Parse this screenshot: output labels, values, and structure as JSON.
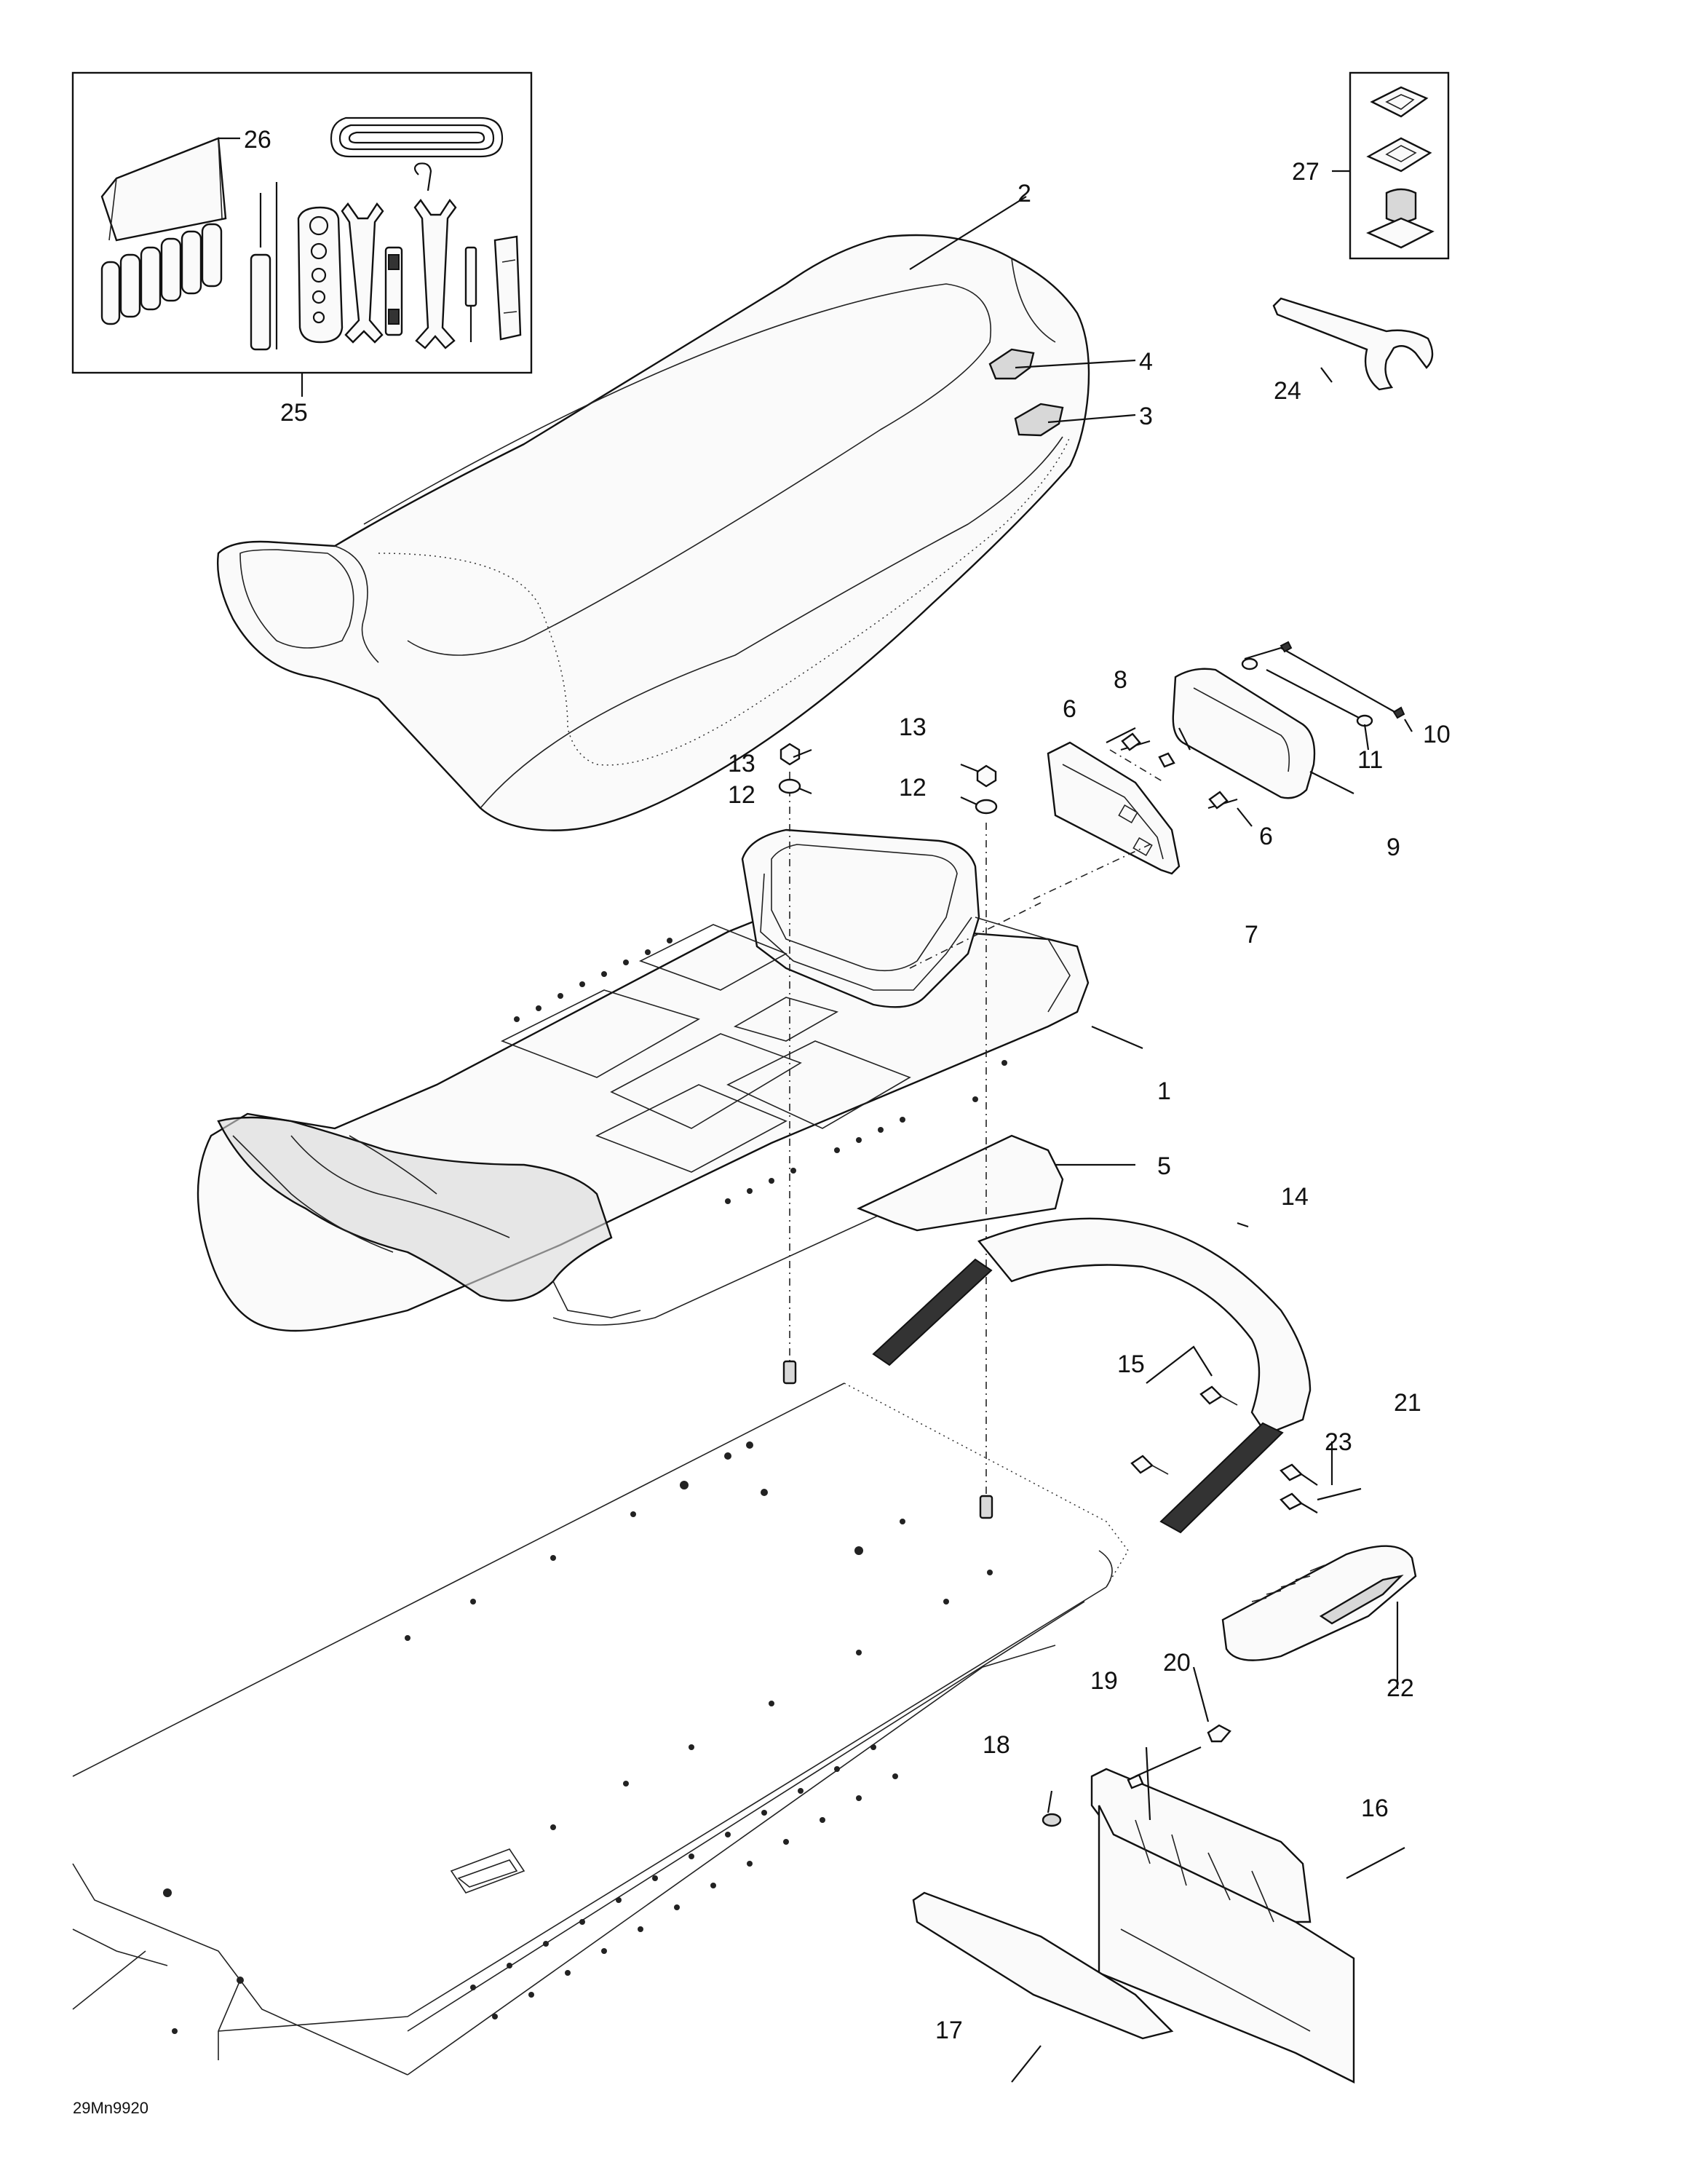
{
  "drawing_code": "29Mn9920",
  "callouts": [
    {
      "id": "1",
      "text": "1"
    },
    {
      "id": "2",
      "text": "2"
    },
    {
      "id": "3",
      "text": "3"
    },
    {
      "id": "4",
      "text": "4"
    },
    {
      "id": "5",
      "text": "5"
    },
    {
      "id": "6a",
      "text": "6"
    },
    {
      "id": "6b",
      "text": "6"
    },
    {
      "id": "7",
      "text": "7"
    },
    {
      "id": "8",
      "text": "8"
    },
    {
      "id": "9",
      "text": "9"
    },
    {
      "id": "10",
      "text": "10"
    },
    {
      "id": "11",
      "text": "11"
    },
    {
      "id": "12a",
      "text": "12"
    },
    {
      "id": "12b",
      "text": "12"
    },
    {
      "id": "13a",
      "text": "13"
    },
    {
      "id": "13b",
      "text": "13"
    },
    {
      "id": "14",
      "text": "14"
    },
    {
      "id": "15",
      "text": "15"
    },
    {
      "id": "16",
      "text": "16"
    },
    {
      "id": "17",
      "text": "17"
    },
    {
      "id": "18",
      "text": "18"
    },
    {
      "id": "19",
      "text": "19"
    },
    {
      "id": "20",
      "text": "20"
    },
    {
      "id": "21",
      "text": "21"
    },
    {
      "id": "22",
      "text": "22"
    },
    {
      "id": "23",
      "text": "23"
    },
    {
      "id": "24",
      "text": "24"
    },
    {
      "id": "25",
      "text": "25"
    },
    {
      "id": "26",
      "text": "26"
    },
    {
      "id": "27",
      "text": "27"
    }
  ]
}
